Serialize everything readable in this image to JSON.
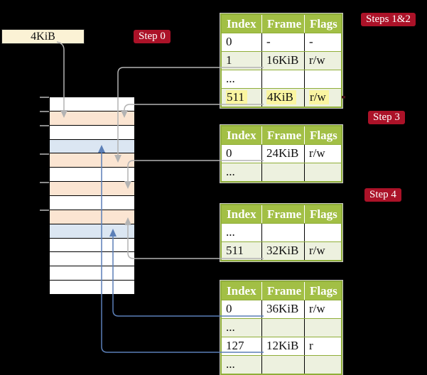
{
  "colors": {
    "background": "#000000",
    "table_header_bg": "#a2bf45",
    "table_border": "#8fae38",
    "table_row_bg": "#ffffff",
    "table_row_alt_bg": "#edf1df",
    "highlight_bg": "#faf5a1",
    "step_label_bg": "#ab1228",
    "frame_box_bg": "#fbf2d5",
    "mem_white": "#ffffff",
    "mem_orange": "#fbe5d2",
    "mem_blue": "#dbe6f2",
    "connector_gray": "#b3b3b3",
    "connector_blue": "#5b7fb7"
  },
  "frame_box": {
    "label": "4KiB"
  },
  "steps": {
    "step0": "Step 0",
    "steps12": "Steps 1&2",
    "step3": "Step 3",
    "step4": "Step 4"
  },
  "memory": {
    "rows": [
      "white",
      "orange",
      "white",
      "blue",
      "orange",
      "white",
      "orange",
      "white",
      "orange",
      "blue",
      "white",
      "white",
      "white",
      "white"
    ],
    "tick_row_indices": [
      0,
      1,
      2,
      4,
      6,
      8
    ]
  },
  "tables": [
    {
      "name": "level-4-table",
      "headers": [
        "Index",
        "Frame",
        "Flags"
      ],
      "rows": [
        {
          "cells": [
            "0",
            "-",
            "-"
          ],
          "alt": false,
          "highlight": false
        },
        {
          "cells": [
            "1",
            "16KiB",
            "r/w"
          ],
          "alt": true,
          "highlight": false
        },
        {
          "cells": [
            "...",
            "",
            ""
          ],
          "alt": false,
          "highlight": false
        },
        {
          "cells": [
            "511",
            "4KiB",
            "r/w"
          ],
          "alt": true,
          "highlight": true
        }
      ]
    },
    {
      "name": "level-3-table",
      "headers": [
        "Index",
        "Frame",
        "Flags"
      ],
      "rows": [
        {
          "cells": [
            "0",
            "24KiB",
            "r/w"
          ],
          "alt": false,
          "highlight": false
        },
        {
          "cells": [
            "...",
            "",
            ""
          ],
          "alt": true,
          "highlight": false
        }
      ]
    },
    {
      "name": "level-2-table",
      "headers": [
        "Index",
        "Frame",
        "Flags"
      ],
      "rows": [
        {
          "cells": [
            "...",
            "",
            ""
          ],
          "alt": false,
          "highlight": false
        },
        {
          "cells": [
            "511",
            "32KiB",
            "r/w"
          ],
          "alt": true,
          "highlight": false
        }
      ]
    },
    {
      "name": "level-1-table",
      "headers": [
        "Index",
        "Frame",
        "Flags"
      ],
      "rows": [
        {
          "cells": [
            "0",
            "36KiB",
            "r/w"
          ],
          "alt": false,
          "highlight": false
        },
        {
          "cells": [
            "...",
            "",
            ""
          ],
          "alt": true,
          "highlight": false
        },
        {
          "cells": [
            "127",
            "12KiB",
            "r"
          ],
          "alt": false,
          "highlight": false
        },
        {
          "cells": [
            "...",
            "",
            ""
          ],
          "alt": true,
          "highlight": false
        }
      ]
    }
  ]
}
